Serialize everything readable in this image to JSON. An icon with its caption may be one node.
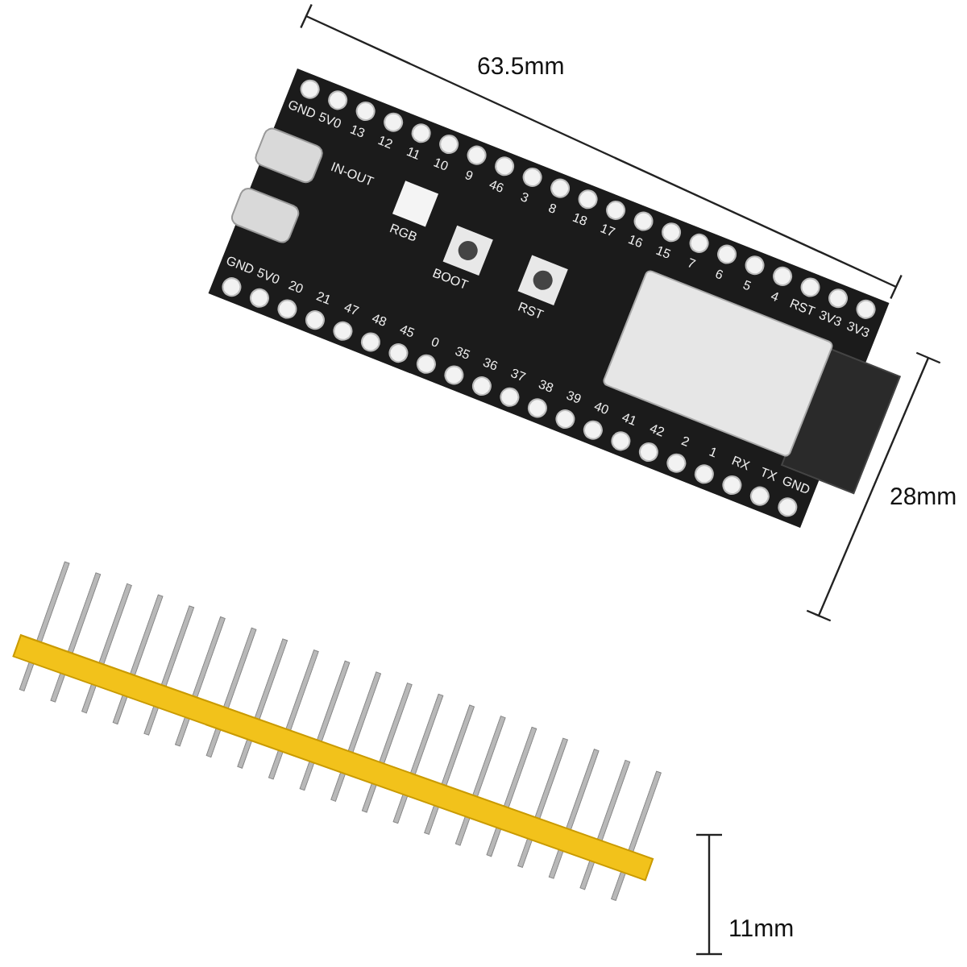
{
  "diagram": {
    "labels": [
      "63.5mm",
      "GND",
      "5V0",
      "13",
      "12",
      "11",
      "10",
      "9",
      "46",
      "3",
      "8",
      "18",
      "17",
      "16",
      "15",
      "7",
      "6",
      "5",
      "4",
      "RST",
      "3V3",
      "3V3",
      "IN-OUT",
      "RGB",
      "BOOT",
      "RST",
      "GND",
      "5V0",
      "20",
      "21",
      "47",
      "48",
      "45",
      "0",
      "35",
      "36",
      "37",
      "38",
      "39",
      "40",
      "41",
      "42",
      "2",
      "1",
      "RX",
      "TX",
      "GND",
      "28mm",
      "11mm"
    ]
  }
}
